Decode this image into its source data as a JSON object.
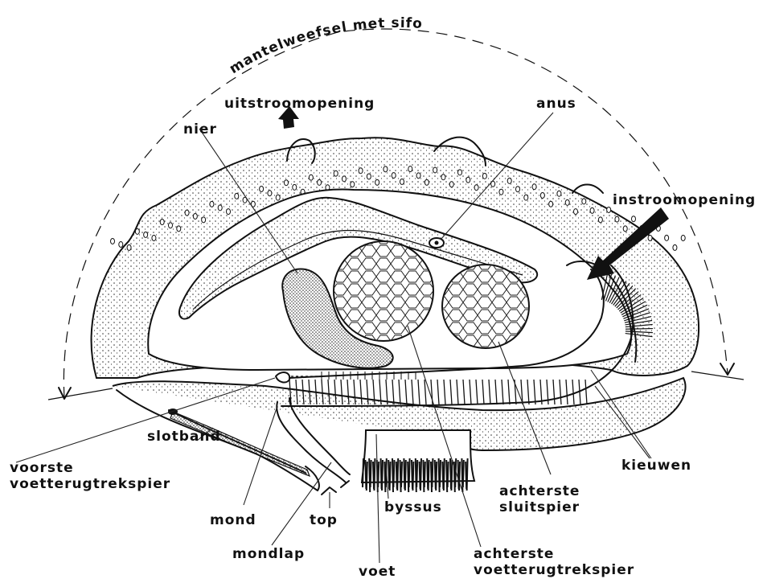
{
  "diagram": {
    "colors": {
      "ink": "#111111",
      "paper": "#ffffff"
    },
    "labels": {
      "mantle": "mantelweefsel met sifo",
      "outflow": "uitstroomopening",
      "kidney": "nier",
      "anus": "anus",
      "inflow": "instroomopening",
      "front_retractor": "voorste voetterugtrekspier",
      "ligament": "slotband",
      "mouth": "mond",
      "tip": "top",
      "lip": "mondlap",
      "byssus": "byssus",
      "foot": "voet",
      "rear_retractor": "achterste voetterugtrekspier",
      "rear_adductor": "achterste sluitspier",
      "gills": "kieuwen"
    }
  }
}
